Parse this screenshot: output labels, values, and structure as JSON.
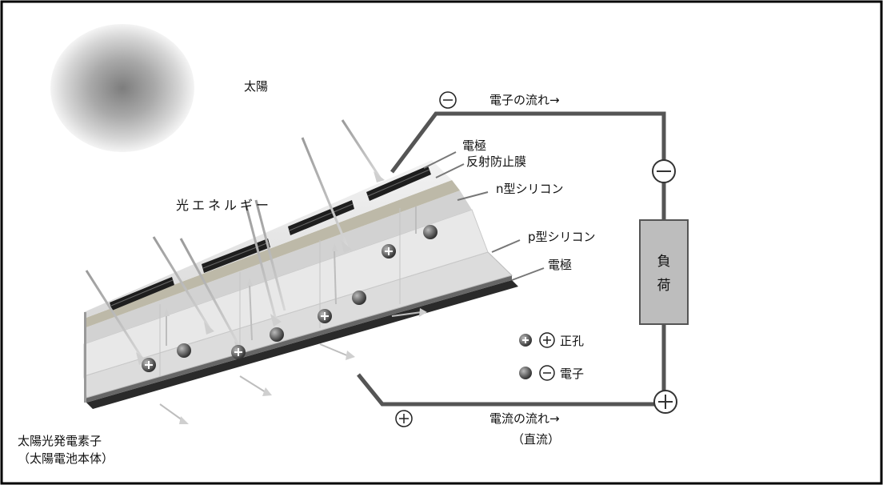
{
  "labels": {
    "sun": "太陽",
    "electron_flow": "電子の流れ→",
    "electrode_top": "電極",
    "antireflection": "反射防止膜",
    "n_silicon": "n型シリコン",
    "p_silicon": "p型シリコン",
    "electrode_bottom": "電極",
    "light_energy": "光エネルギー",
    "load_line1": "負",
    "load_line2": "荷",
    "hole_legend": "正孔",
    "electron_legend": "電子",
    "current_flow": "電流の流れ→",
    "direct_current": "（直流）",
    "cell_name_line1": "太陽光発電素子",
    "cell_name_line2": "（太陽電池本体）"
  },
  "symbols": {
    "minus": "−",
    "plus": "+"
  },
  "colors": {
    "border": "#000000",
    "wire": "#555555",
    "load_fill": "#bdbdbd",
    "panel_surface": "#e6e6e6",
    "electrode_strip": "#1e1e1e",
    "particle": "#555555",
    "sun_core": "#8a8a8a"
  }
}
